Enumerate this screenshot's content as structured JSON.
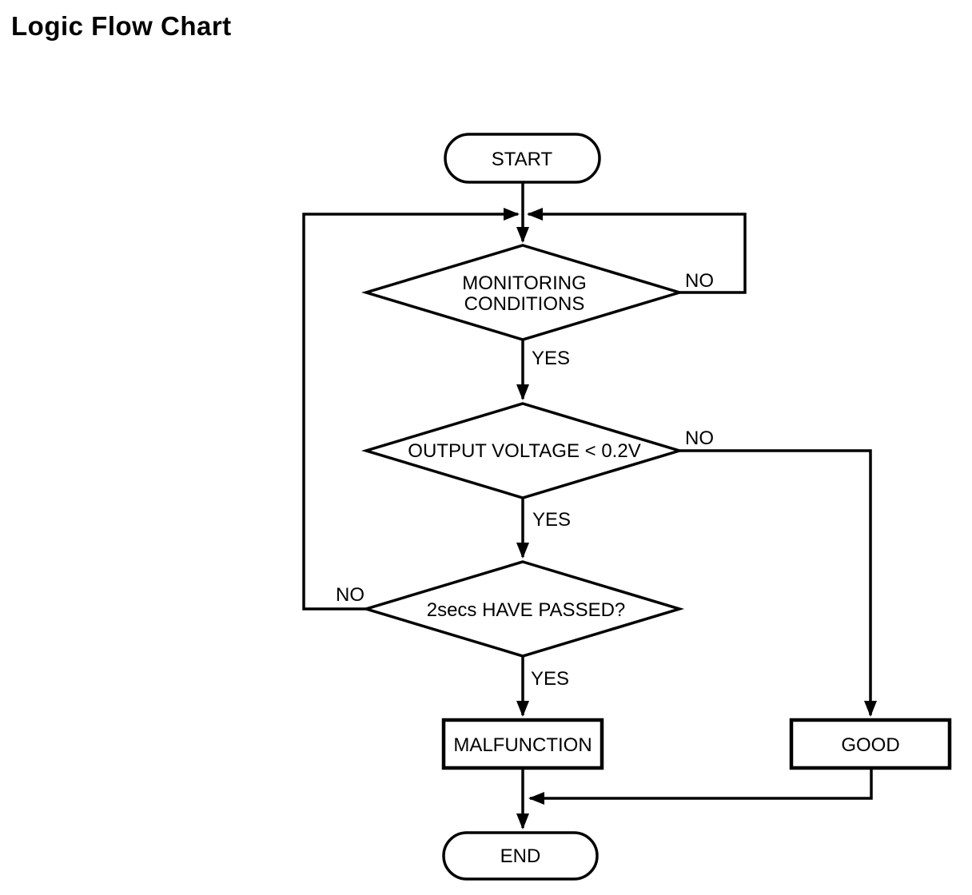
{
  "page": {
    "title": "Logic Flow Chart",
    "background_color": "#ffffff",
    "line_color": "#000000"
  },
  "flowchart": {
    "start": {
      "label": "START"
    },
    "monitoring": {
      "question_line1": "MONITORING",
      "question_line2": "CONDITIONS",
      "no_label": "NO",
      "yes_label": "YES"
    },
    "voltage": {
      "question": "OUTPUT VOLTAGE < 0.2V",
      "no_label": "NO",
      "yes_label": "YES"
    },
    "timer": {
      "question": "2secs HAVE PASSED?",
      "no_label": "NO",
      "yes_label": "YES"
    },
    "malfunction": {
      "label": "MALFUNCTION"
    },
    "good": {
      "label": "GOOD"
    },
    "end": {
      "label": "END"
    }
  }
}
